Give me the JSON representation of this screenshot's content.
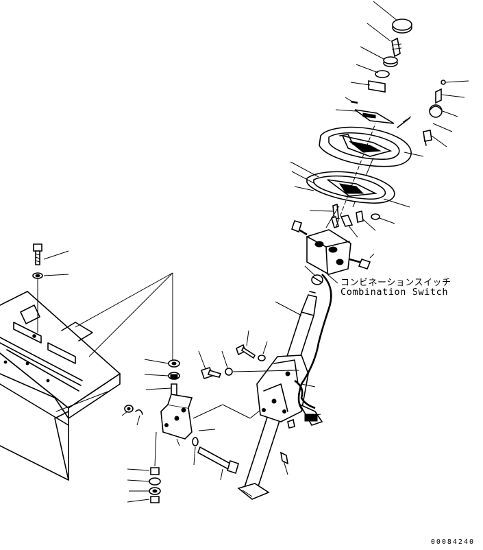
{
  "callout": {
    "japanese": "コンビネーションスイッチ",
    "english": "Combination Switch"
  },
  "drawing_code": "00084240"
}
